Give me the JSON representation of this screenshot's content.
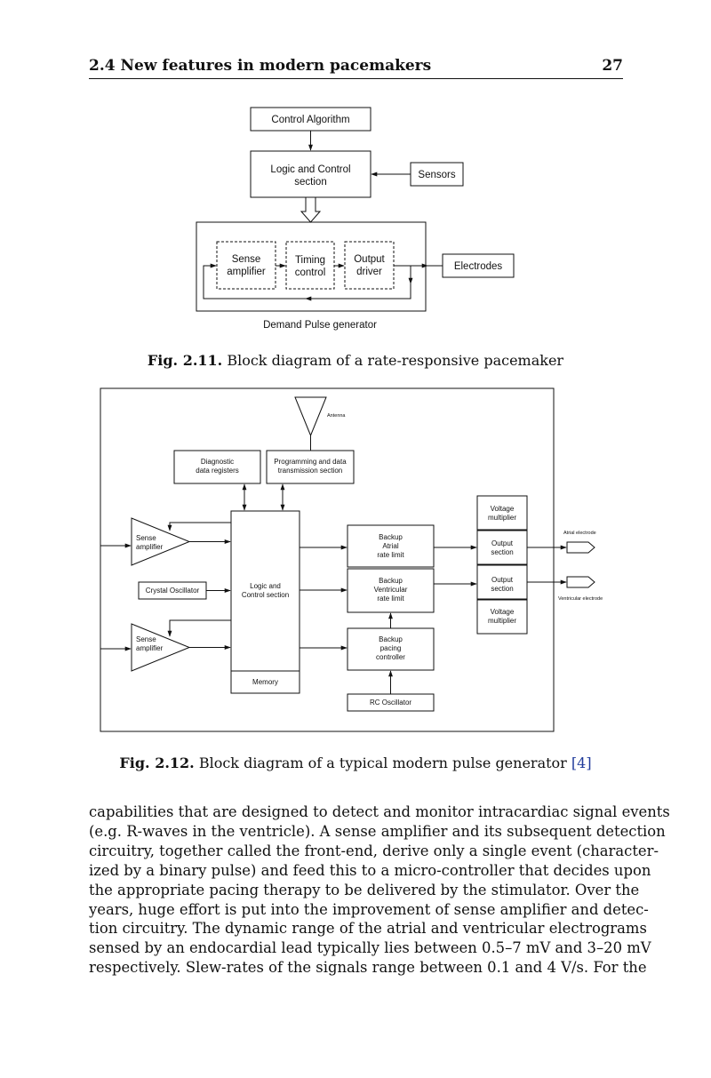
{
  "header": {
    "section_title": "2.4 New features in modern pacemakers",
    "page_number": "27"
  },
  "figure1": {
    "caption_label": "Fig. 2.11.",
    "caption_text": " Block diagram of a rate-responsive pacemaker",
    "blocks": {
      "control_algorithm": "Control Algorithm",
      "logic_control_1": "Logic and Control",
      "logic_control_2": "section",
      "sensors": "Sensors",
      "sense_amp_1": "Sense",
      "sense_amp_2": "amplifier",
      "timing_1": "Timing",
      "timing_2": "control",
      "output_1": "Output",
      "output_2": "driver",
      "electrodes": "Electrodes",
      "demand_label": "Demand Pulse generator"
    }
  },
  "figure2": {
    "caption_label": "Fig. 2.12.",
    "caption_text": " Block diagram of a typical modern pulse generator ",
    "caption_ref": "[4]",
    "blocks": {
      "antenna": "Antenna",
      "diag_1": "Diagnostic",
      "diag_2": "data registers",
      "prog_1": "Programming and data",
      "prog_2": "transmission section",
      "sense1_1": "Sense",
      "sense1_2": "amplifier",
      "crystal": "Crystal Oscillator",
      "sense2_1": "Sense",
      "sense2_2": "amplifier",
      "logic_1": "Logic and",
      "logic_2": "Control section",
      "memory": "Memory",
      "ba_1": "Backup",
      "ba_2": "Atrial",
      "ba_3": "rate limit",
      "bv_1": "Backup",
      "bv_2": "Ventricular",
      "bv_3": "rate limit",
      "bp_1": "Backup",
      "bp_2": "pacing",
      "bp_3": "controller",
      "rc": "RC Oscillator",
      "vm1_1": "Voltage",
      "vm1_2": "multiplier",
      "os1_1": "Output",
      "os1_2": "section",
      "os2_1": "Output",
      "os2_2": "section",
      "vm2_1": "Voltage",
      "vm2_2": "multiplier",
      "atrial_electrode": "Atrial electrode",
      "ventricular_electrode": "Ventricular electrode"
    }
  },
  "body": {
    "lines": [
      "capabilities that are designed to detect and monitor intracardiac signal events",
      "(e.g. R-waves in the ventricle). A sense amplifier and its subsequent detection",
      "circuitry, together called the front-end, derive only a single event (character-",
      "ized by a binary pulse) and feed this to a micro-controller that decides upon",
      "the appropriate pacing therapy to be delivered by the stimulator. Over the",
      "years, huge effort is put into the improvement of sense amplifier and detec-",
      "tion circuitry. The dynamic range of the atrial and ventricular electrograms",
      "sensed by an endocardial lead typically lies between 0.5–7 mV and 3–20 mV",
      "respectively. Slew-rates of the signals range between 0.1 and 4 V/s. For the"
    ]
  }
}
